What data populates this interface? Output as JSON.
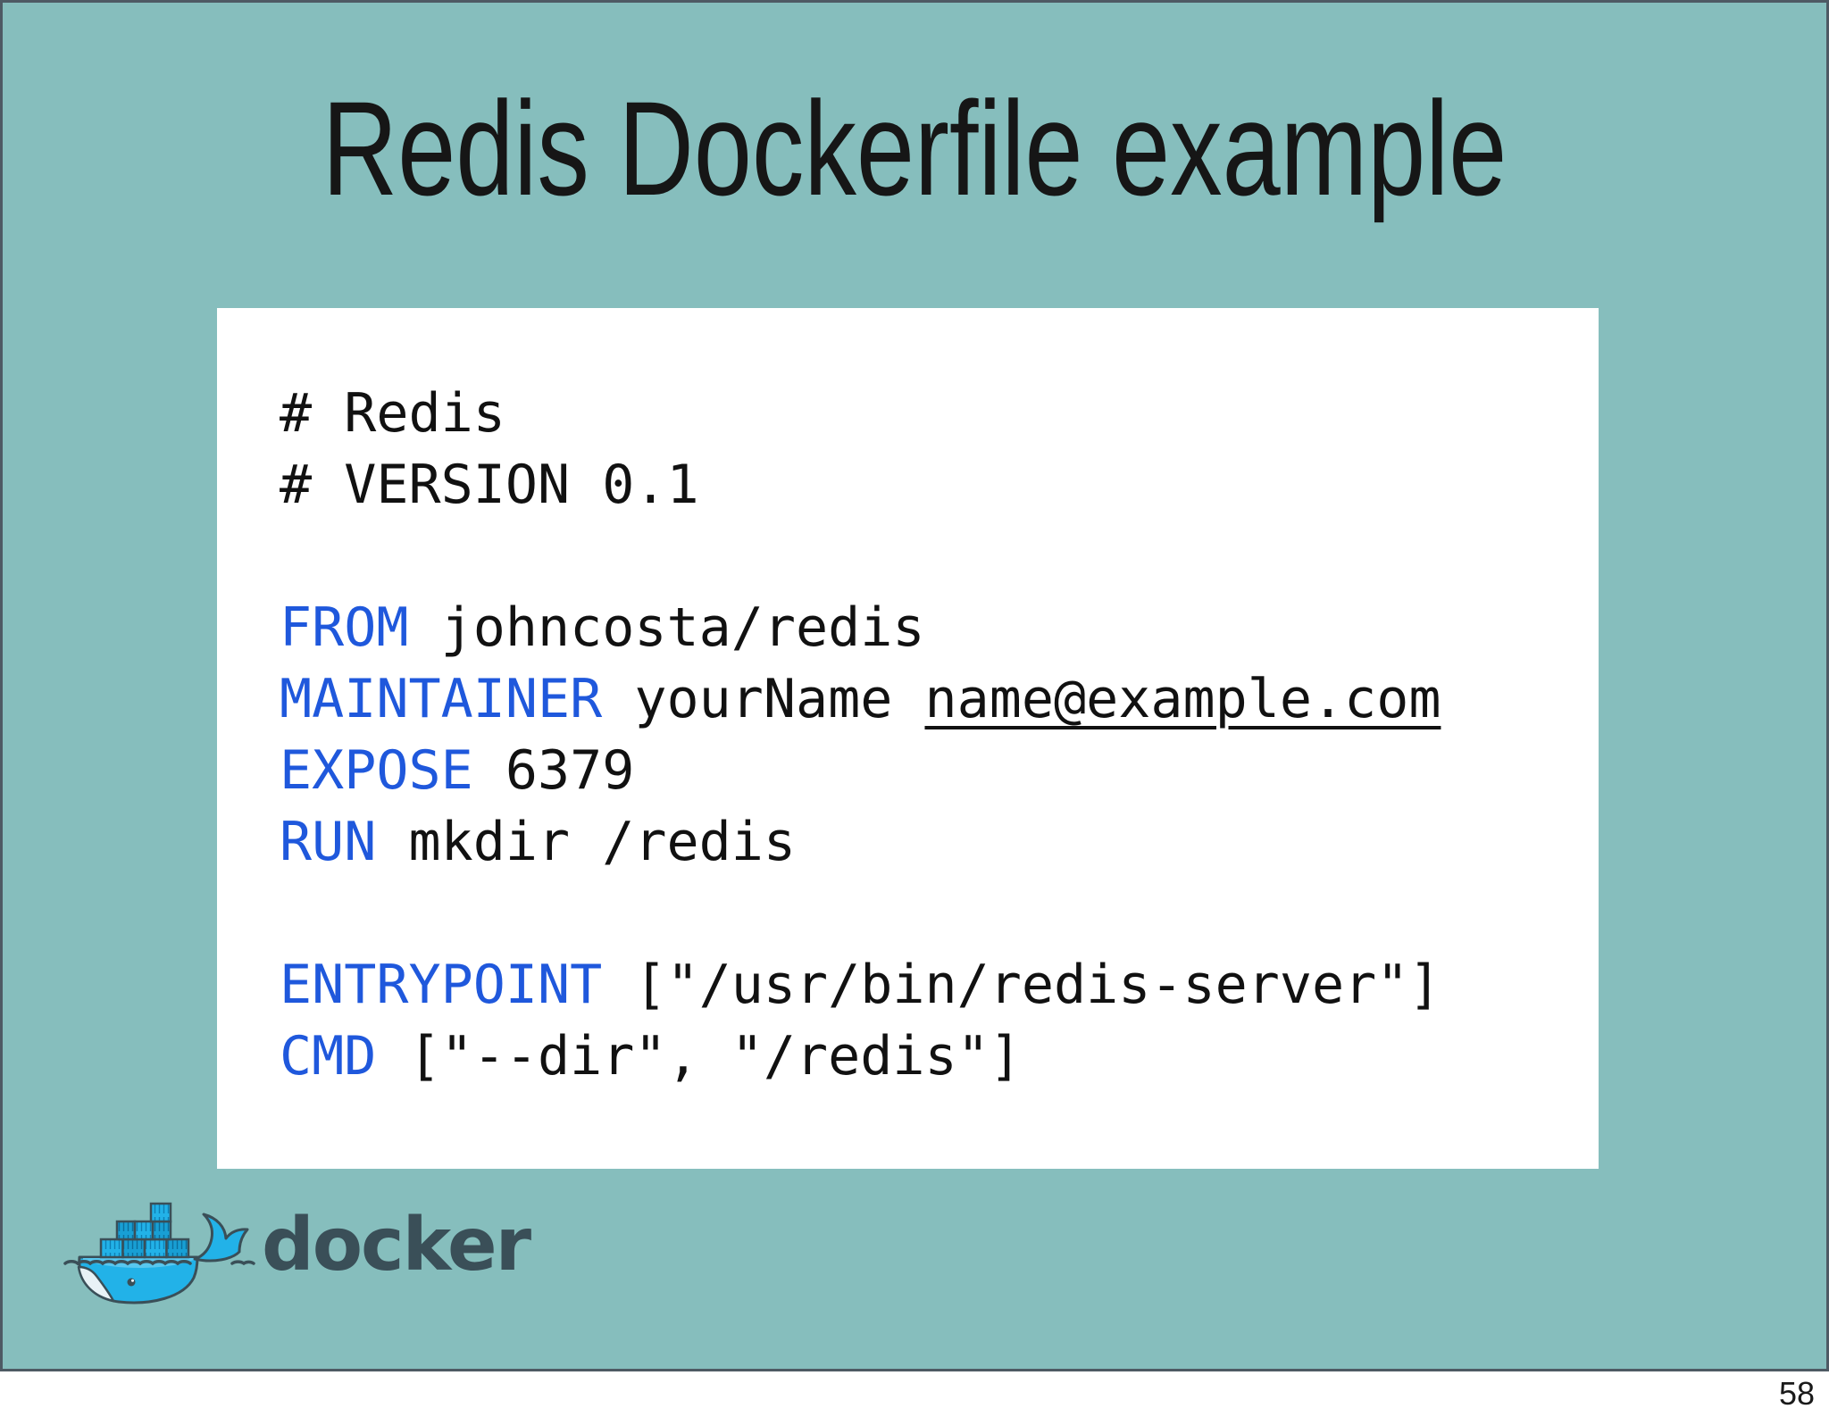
{
  "slide": {
    "title": "Redis Dockerfile example",
    "page_number": "58",
    "background_color": "#86BEBD",
    "border_color": "#4E5A64"
  },
  "code": {
    "keyword_color": "#1F58DC",
    "text_color": "#111111",
    "lines": [
      {
        "keyword": "",
        "text": "# Redis"
      },
      {
        "keyword": "",
        "text": "# VERSION 0.1"
      },
      {
        "keyword": "",
        "text": ""
      },
      {
        "keyword": "FROM",
        "text": " johncosta/redis"
      },
      {
        "keyword": "MAINTAINER",
        "text": " yourName ",
        "link": "name@example.com"
      },
      {
        "keyword": "EXPOSE",
        "text": " 6379"
      },
      {
        "keyword": "RUN",
        "text": " mkdir /redis"
      },
      {
        "keyword": "",
        "text": ""
      },
      {
        "keyword": "ENTRYPOINT",
        "text": " [\"/usr/bin/redis-server\"]"
      },
      {
        "keyword": "CMD",
        "text": " [\"--dir\", \"/redis\"]"
      }
    ]
  },
  "logo": {
    "wordmark": "docker",
    "icon": "docker-whale-icon",
    "whale_blue": "#22B2E8",
    "container_blue_dark": "#189FD4",
    "outline_color": "#3A4F58",
    "text_color": "#3A4F58"
  }
}
